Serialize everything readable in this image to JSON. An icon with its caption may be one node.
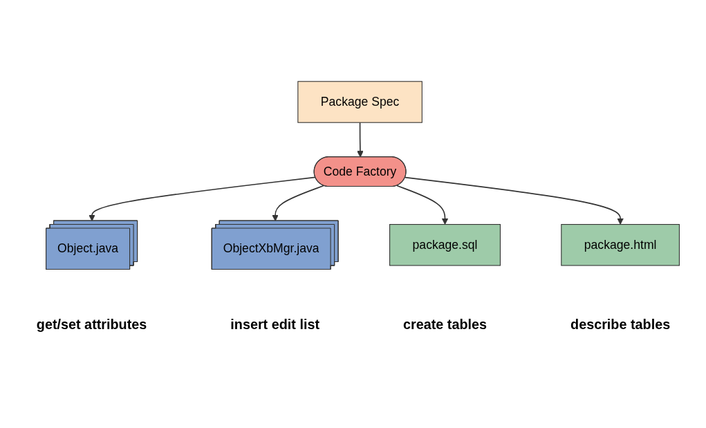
{
  "diagram": {
    "nodes": [
      {
        "text": [
          "Package Spec"
        ]
      },
      {
        "text": [
          "Code Factory"
        ]
      },
      {
        "text": [
          "Object.java"
        ],
        "beside": [
          "get/set attributes"
        ]
      },
      {
        "text": [
          "ObjectXbMgr.java"
        ],
        "beside": [
          "insert edit list"
        ]
      },
      {
        "text": [
          "package.sql"
        ],
        "beside": [
          "create tables"
        ]
      },
      {
        "text": [
          "package.html"
        ],
        "beside": [
          "describe tables"
        ]
      }
    ],
    "edges": [
      {
        "from": 0,
        "to": 1,
        "arrow": "to"
      },
      {
        "from": 1,
        "to": 2,
        "arrow": "to"
      },
      {
        "from": 1,
        "to": 3,
        "arrow": "to"
      },
      {
        "from": 1,
        "to": 4,
        "arrow": "to"
      },
      {
        "from": 1,
        "to": 5,
        "arrow": "to"
      }
    ]
  }
}
